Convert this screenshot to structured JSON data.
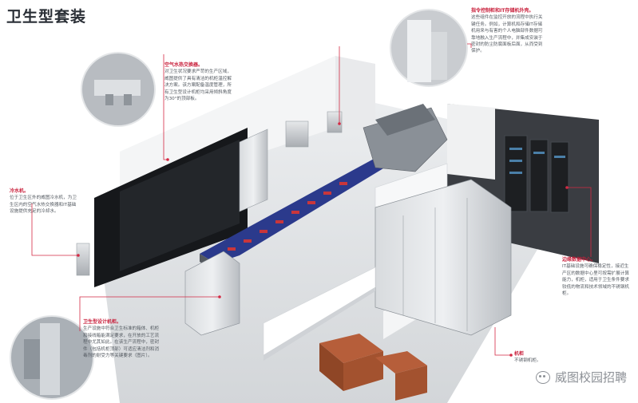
{
  "title": "卫生型套装",
  "callouts": {
    "control": {
      "head": "指令控制柜和IT存储机外壳。",
      "body": "这些组件在监控开放的流程中执行关键任务。例如，计算机和存储IT存储机用来与有害的个人电脑部件数据可靠地融入生产流程中，并集成安装于密封的防尘防腐面板后面，从而受到保护。"
    },
    "air": {
      "head": "空气水热交换器。",
      "body": "对卫生状况要求严苛的生产区域，威图提供了具有清洁的机柜温控解决方案。该方案配备温度管理，所有卫生型设计机柜均采用倾斜角度为30°的顶部板。"
    },
    "chiller": {
      "head": "冷水机。",
      "body": "位于卫生区外的威图冷水机，为卫生区内的空气水热交换器和IT基础设施提供充足的冷却水。"
    },
    "datacenter": {
      "head": "边缘数据中心。",
      "body": "IT基础设施可确保稳定性，接近生产区的数据中心里可按需扩展计算能力，机柜，适用于卫生条件要求较低的物流和技术领域的不锈钢机柜。"
    },
    "hygienic": {
      "head": "卫生型设计机柜。",
      "body": "生产设施中符合卫生标准的箱体、机柜和接线箱能满足要求，在开放的工艺流程中尤其如此。在该生产流程中，密封件（包括机柜顶部）可适应清洁剂和消毒剂的耐受力等关键要求（图片）。"
    },
    "floor": {
      "head": "机柜",
      "body": "不锈钢机柜。"
    }
  },
  "watermark": "威图校园招聘",
  "colors": {
    "accent": "#c81e3a",
    "leader": "#d42a44",
    "title": "#2a2f36"
  },
  "icons": {
    "watermark": "wechat-icon"
  }
}
